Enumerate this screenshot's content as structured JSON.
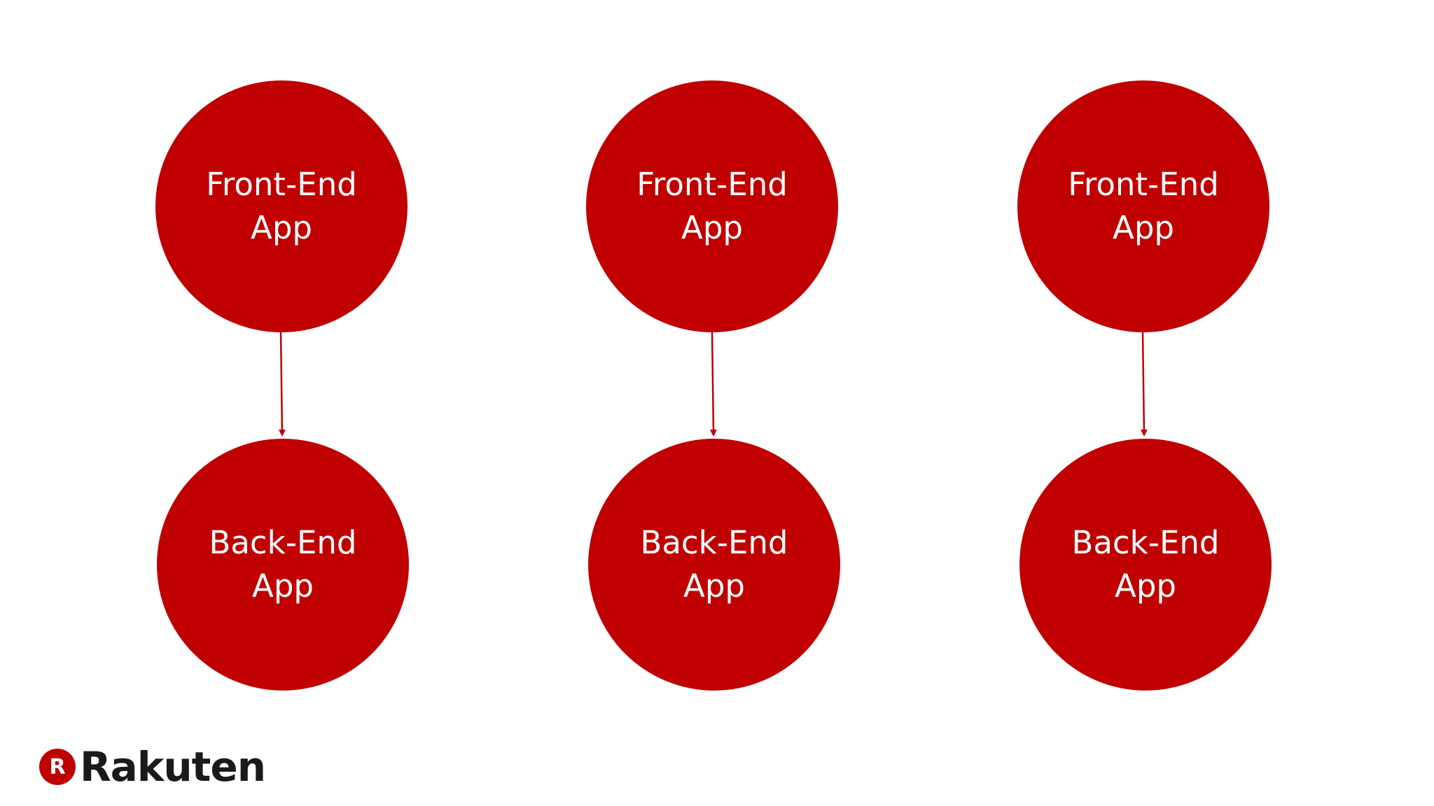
{
  "colors": {
    "node_fill": "#c00000",
    "arrow": "#c00000",
    "logo_mark": "#bf0000",
    "logo_text": "#1a1a1a"
  },
  "columns": [
    {
      "front": {
        "line1": "Front-End",
        "line2": "App"
      },
      "back": {
        "line1": "Back-End",
        "line2": "App"
      }
    },
    {
      "front": {
        "line1": "Front-End",
        "line2": "App"
      },
      "back": {
        "line1": "Back-End",
        "line2": "App"
      }
    },
    {
      "front": {
        "line1": "Front-End",
        "line2": "App"
      },
      "back": {
        "line1": "Back-End",
        "line2": "App"
      }
    }
  ],
  "logo": {
    "mark": "R",
    "text": "Rakuten"
  }
}
